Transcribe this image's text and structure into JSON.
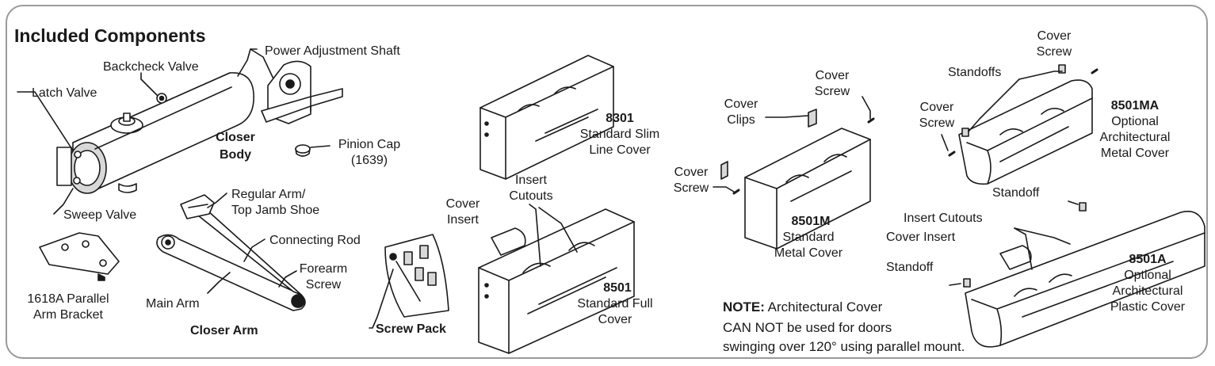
{
  "heading": "Included Components",
  "closer_body": {
    "title_line1": "Closer",
    "title_line2": "Body",
    "backcheck_valve": "Backcheck Valve",
    "latch_valve": "Latch Valve",
    "sweep_valve": "Sweep Valve",
    "power_adjustment_shaft": "Power Adjustment Shaft",
    "pinion_cap_line1": "Pinion Cap",
    "pinion_cap_line2": "(1639)"
  },
  "closer_arm": {
    "title": "Closer Arm",
    "regular_arm_line1": "Regular Arm/",
    "regular_arm_line2": "Top Jamb Shoe",
    "connecting_rod": "Connecting Rod",
    "forearm_screw_line1": "Forearm",
    "forearm_screw_line2": "Screw",
    "main_arm": "Main Arm",
    "bracket_line1": "1618A Parallel",
    "bracket_line2": "Arm Bracket"
  },
  "screw_pack": {
    "title": "Screw Pack"
  },
  "cover_8301": {
    "model": "8301",
    "line1": "Standard Slim",
    "line2": "Line Cover"
  },
  "cover_8501": {
    "model": "8501",
    "line1": "Standard Full",
    "line2": "Cover",
    "insert_cutouts_line1": "Insert",
    "insert_cutouts_line2": "Cutouts",
    "cover_insert_line1": "Cover",
    "cover_insert_line2": "Insert"
  },
  "cover_8501m": {
    "model": "8501M",
    "line1": "Standard",
    "line2": "Metal Cover",
    "cover_clips_line1": "Cover",
    "cover_clips_line2": "Clips",
    "cover_screw_top_line1": "Cover",
    "cover_screw_top_line2": "Screw",
    "cover_screw_left_line1": "Cover",
    "cover_screw_left_line2": "Screw"
  },
  "cover_8501ma": {
    "model": "8501MA",
    "line1": "Optional",
    "line2": "Architectural",
    "line3": "Metal Cover",
    "cover_screw_top_line1": "Cover",
    "cover_screw_top_line2": "Screw",
    "standoffs": "Standoffs",
    "cover_screw_left_line1": "Cover",
    "cover_screw_left_line2": "Screw"
  },
  "cover_8501a": {
    "model": "8501A",
    "line1": "Optional",
    "line2": "Architectural",
    "line3": "Plastic Cover",
    "standoff_top": "Standoff",
    "insert_cutouts": "Insert Cutouts",
    "cover_insert": "Cover Insert",
    "standoff_left": "Standoff"
  },
  "note": {
    "label": "NOTE:",
    "line1": " Architectural Cover",
    "line2": "CAN NOT be used for doors",
    "line3": "swinging over 120° using parallel mount."
  }
}
